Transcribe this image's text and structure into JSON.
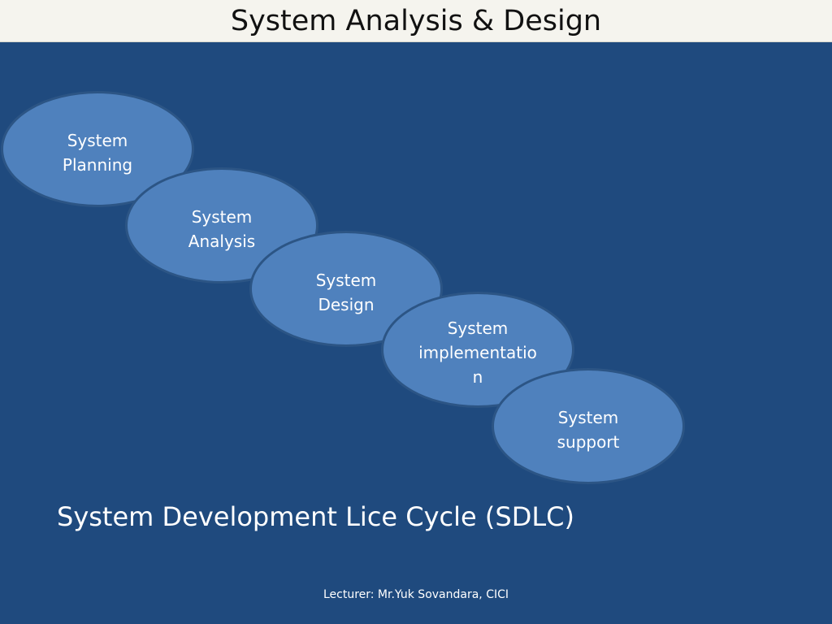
{
  "header": {
    "title": "System Analysis & Design"
  },
  "stages": [
    {
      "label": "System\nPlanning"
    },
    {
      "label": "System\nAnalysis"
    },
    {
      "label": "System\nDesign"
    },
    {
      "label": "System\nimplementation"
    },
    {
      "label": "System\nsupport"
    }
  ],
  "caption": "System Development Lice Cycle (SDLC)",
  "footer": "Lecturer: Mr.Yuk Sovandara, CICI",
  "colors": {
    "background": "#1f4a7e",
    "title_bar": "#f5f4ee",
    "stage_fill": "#4f81bd",
    "stage_border": "#2c5585"
  }
}
